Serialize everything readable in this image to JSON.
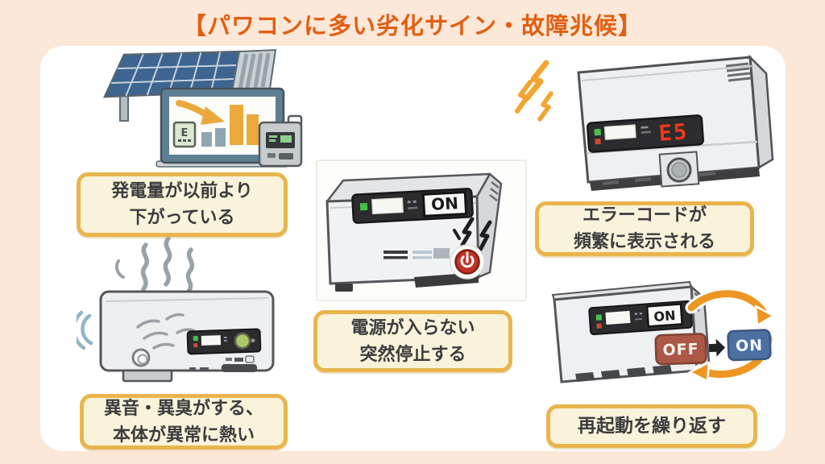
{
  "title": "【パワコンに多い劣化サイン・故障兆候】",
  "labels": {
    "generation_drop": {
      "line1": "発電量が以前より",
      "line2": "下がっている"
    },
    "error_code": {
      "line1": "エラーコードが",
      "line2": "頻繁に表示される"
    },
    "power_failure": {
      "line1": "電源が入らない",
      "line2": "突然停止する"
    },
    "noise_smell_heat": {
      "line1": "異音・異臭がする、",
      "line2": "本体が異常に熱い"
    },
    "restart_loop": {
      "line1": "再起動を繰り返す"
    }
  },
  "devices": {
    "error_code_display": "E5",
    "center_panel_switch_label": "ON",
    "restart_panel_switch_label": "ON",
    "off_badge_label": "OFF",
    "on_badge_label": "ON",
    "monitor_chart_icon_label": "E"
  },
  "icons": {
    "top_left": "declining-bar-chart-icon",
    "top_right": "lightning-bolts-icon",
    "center": "power-button-icon",
    "bottom_left": "smoke-and-sound-waves-icon",
    "bottom_right": "restart-cycle-arrows-icon"
  },
  "colors": {
    "background": "#FBE8D8",
    "card": "#FFFFFF",
    "title_text": "#E25F12",
    "label_background": "#FAF3DB",
    "label_border": "#E9B54D",
    "label_text": "#3C3C3E",
    "solar_panel_blue": "#3E6590",
    "chart_orange": "#EBA93C",
    "error_red": "#F5361A",
    "power_button_red": "#C23227",
    "off_badge": "#AC5847",
    "on_badge": "#4C70A2",
    "cycle_arrow_orange": "#EE9623"
  }
}
